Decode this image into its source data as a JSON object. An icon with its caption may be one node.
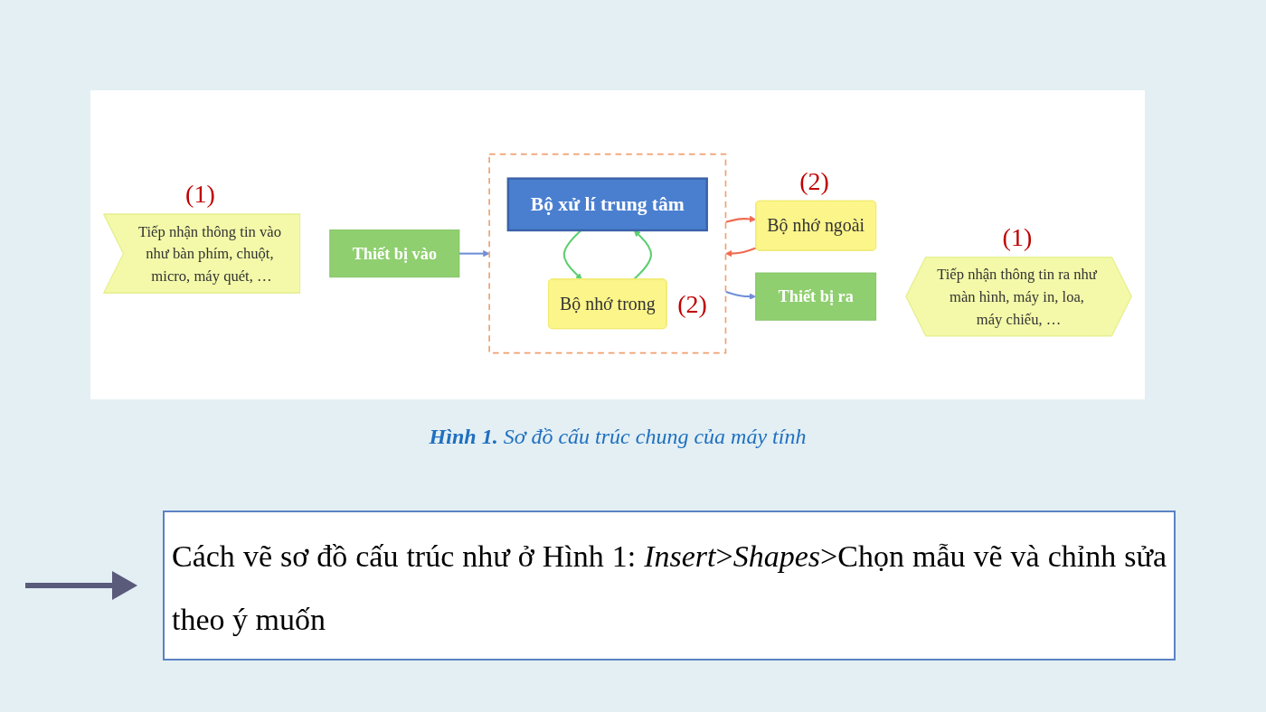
{
  "diagram": {
    "caption": "**Hình 1.** Sơ đồ cấu trúc chung của máy tính",
    "nodes": [
      {
        "text": [
          "Tiếp nhận thông tin vào như bàn phím, chuột, micro, máy quét, …"
        ],
        "beside": [
          "(1)"
        ]
      },
      {
        "text": [
          "Thiết bị vào"
        ]
      },
      {
        "text": [],
        "shape": "box"
      },
      {
        "text": [
          "Bộ xử lí trung tâm"
        ],
        "in": 2
      },
      {
        "text": [
          "Bộ nhớ trong"
        ],
        "in": 2,
        "beside": [
          "(2)"
        ]
      },
      {
        "text": [
          "Bộ nhớ ngoài"
        ],
        "beside": [
          "(2)"
        ]
      },
      {
        "text": [
          "Thiết bị ra"
        ]
      },
      {
        "text": [
          "Tiếp nhận thông tin ra như màn hình, máy in, loa, máy chiếu, …"
        ],
        "beside": [
          "(1)"
        ]
      }
    ],
    "edges": [
      {
        "from": 1,
        "to": 2,
        "arrow": "to",
        "color": "#6f8fd8"
      },
      {
        "from": 2,
        "to": 5,
        "arrow": "to",
        "color": "#f06a50"
      },
      {
        "from": 5,
        "to": 2,
        "arrow": "to",
        "color": "#f06a50"
      },
      {
        "from": 4,
        "to": 3,
        "arrow": "to",
        "color": "#5ccf70"
      },
      {
        "from": 3,
        "to": 4,
        "arrow": "to",
        "color": "#5ccf70"
      },
      {
        "from": 2,
        "to": 6,
        "arrow": "to",
        "color": "#6f8fd8"
      }
    ],
    "labels": [
      "Cách vẽ sơ đồ cấu trúc như ở Hình 1: *Insert*>*Shapes*>Chọn mẫu vẽ và chỉnh sửa theo ý muốn"
    ]
  }
}
